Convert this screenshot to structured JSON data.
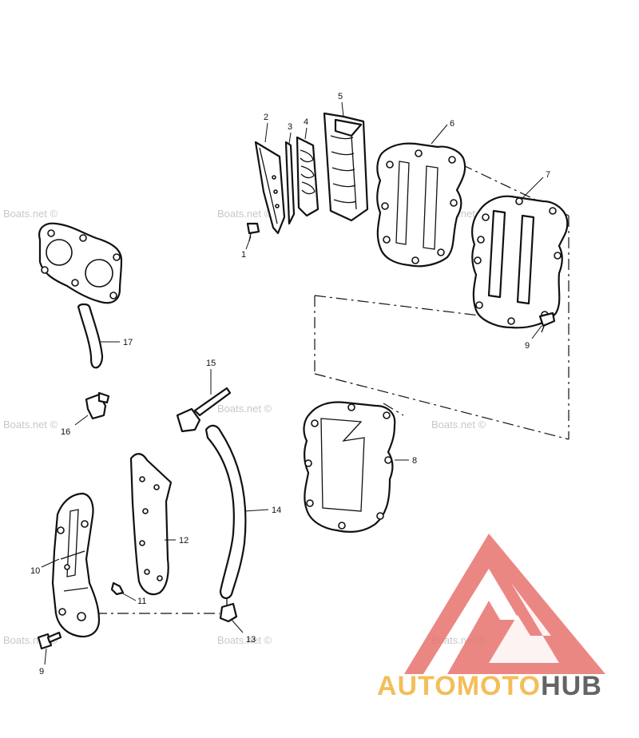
{
  "watermark": {
    "text": "Boats.net ©"
  },
  "logo": {
    "word_part1": "AUTO",
    "word_part2": "MOTO",
    "word_part3": "HUB",
    "colors": {
      "triangle": "#e8736e",
      "auto": "#f2b33d",
      "moto": "#f2b33d",
      "hub": "#4a4a4a"
    }
  },
  "callouts": [
    {
      "id": "c1",
      "label": "1"
    },
    {
      "id": "c2",
      "label": "2"
    },
    {
      "id": "c3",
      "label": "3"
    },
    {
      "id": "c4",
      "label": "4"
    },
    {
      "id": "c5",
      "label": "5"
    },
    {
      "id": "c6",
      "label": "6"
    },
    {
      "id": "c7",
      "label": "7"
    },
    {
      "id": "c8",
      "label": "8"
    },
    {
      "id": "c9a",
      "label": "9"
    },
    {
      "id": "c9b",
      "label": "9"
    },
    {
      "id": "c10",
      "label": "10"
    },
    {
      "id": "c11",
      "label": "11"
    },
    {
      "id": "c12",
      "label": "12"
    },
    {
      "id": "c13",
      "label": "13"
    },
    {
      "id": "c14",
      "label": "14"
    },
    {
      "id": "c15",
      "label": "15"
    },
    {
      "id": "c16",
      "label": "16"
    },
    {
      "id": "c17",
      "label": "17"
    }
  ]
}
